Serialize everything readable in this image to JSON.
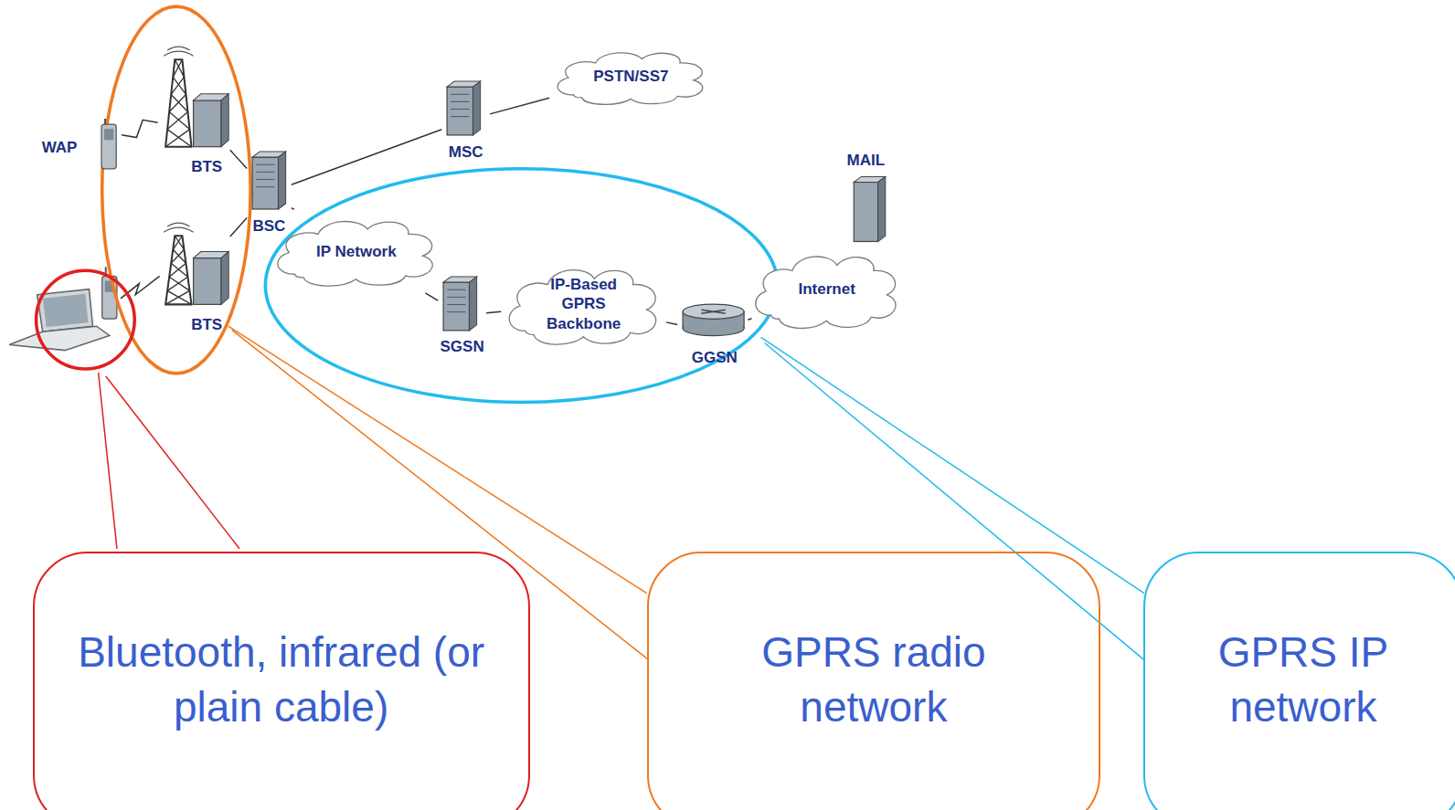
{
  "diagram": {
    "nodes": [
      {
        "text": [
          "WAP"
        ]
      },
      {
        "text": [
          "BTS"
        ]
      },
      {
        "text": [
          "BTS"
        ]
      },
      {
        "text": [
          "BSC"
        ]
      },
      {
        "text": [
          "MSC"
        ]
      },
      {
        "text": [
          "PSTN/SS7"
        ]
      },
      {
        "text": [
          "IP Network"
        ]
      },
      {
        "text": [
          "SGSN"
        ]
      },
      {
        "text": [
          "IP-Based GPRS Backbone"
        ]
      },
      {
        "text": [
          "GGSN"
        ]
      },
      {
        "text": [
          "Internet"
        ]
      },
      {
        "text": [
          "MAIL"
        ]
      },
      {
        "text": [
          "Bluetooth, infrared (or plain cable)"
        ]
      },
      {
        "text": [
          "GPRS radio network"
        ]
      },
      {
        "text": [
          "GPRS IP network"
        ]
      }
    ],
    "edges": [
      {
        "from": 0,
        "to": 1,
        "arrow": "none"
      },
      {
        "from": 1,
        "to": 3,
        "arrow": "none"
      },
      {
        "from": 2,
        "to": 3,
        "arrow": "none"
      },
      {
        "from": 3,
        "to": 4,
        "arrow": "none"
      },
      {
        "from": 4,
        "to": 5,
        "arrow": "none"
      },
      {
        "from": 3,
        "to": 6,
        "arrow": "none"
      },
      {
        "from": 6,
        "to": 7,
        "arrow": "none"
      },
      {
        "from": 7,
        "to": 8,
        "arrow": "none"
      },
      {
        "from": 8,
        "to": 9,
        "arrow": "none"
      },
      {
        "from": 9,
        "to": 10,
        "arrow": "none"
      },
      {
        "from": 10,
        "to": 11,
        "arrow": "none"
      }
    ]
  }
}
